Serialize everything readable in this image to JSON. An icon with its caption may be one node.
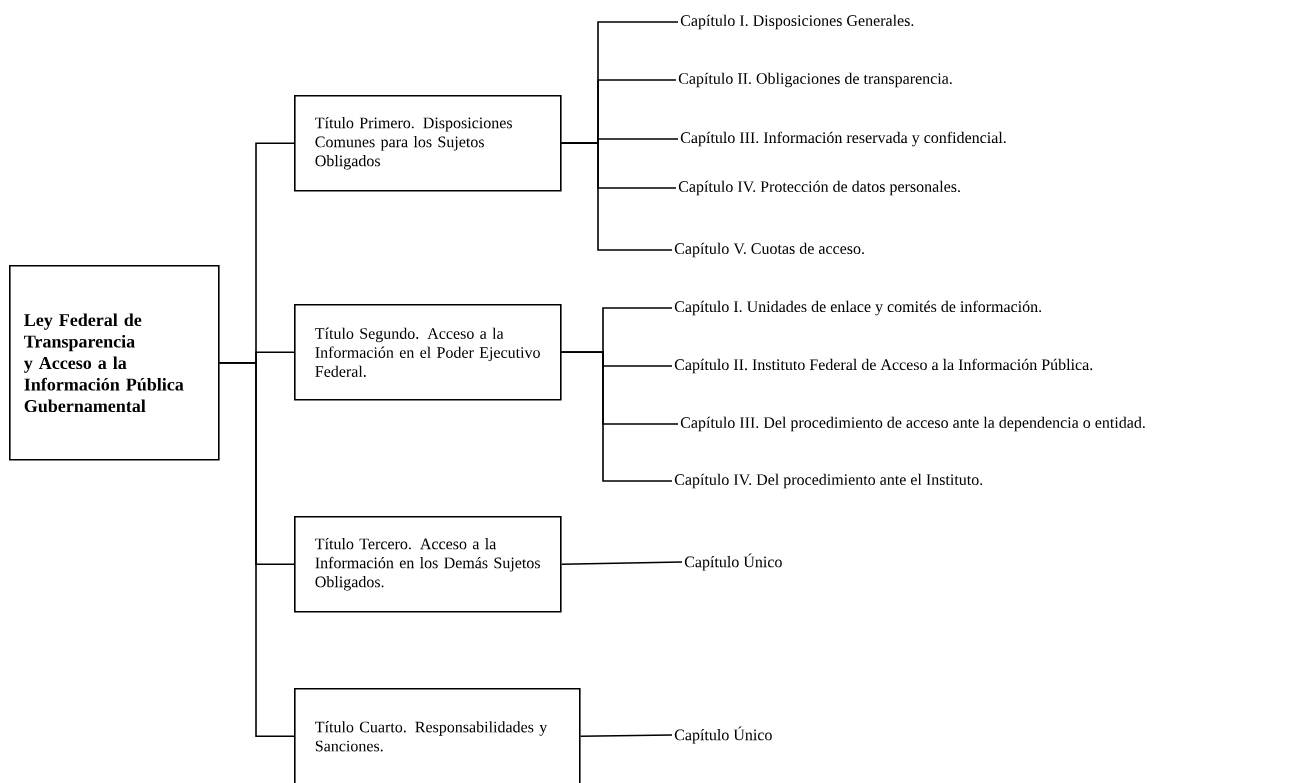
{
  "diagram": {
    "nodes": [
      {
        "text": [
          "Ley Federal de Transparencia y Acceso a la Información Pública Gubernamental"
        ]
      },
      {
        "text": [
          "Título Primero. Disposiciones Comunes para los Sujetos Obligados"
        ]
      },
      {
        "text": [
          "Capítulo I. Disposiciones Generales."
        ]
      },
      {
        "text": [
          "Capítulo II. Obligaciones de transparencia."
        ]
      },
      {
        "text": [
          "Capítulo III. Información reservada y  confidencial."
        ]
      },
      {
        "text": [
          "Capítulo IV. Protección de datos personales."
        ]
      },
      {
        "text": [
          "Capítulo V. Cuotas de acceso."
        ]
      },
      {
        "text": [
          "Título Segundo. Acceso a la Información en el Poder Ejecutivo Federal."
        ]
      },
      {
        "text": [
          "Capítulo I. Unidades de enlace y comités de información."
        ]
      },
      {
        "text": [
          "Capítulo II. Instituto Federal de Acceso a la Información Pública."
        ]
      },
      {
        "text": [
          "Capítulo III. Del procedimiento de acceso ante la dependencia o entidad."
        ]
      },
      {
        "text": [
          "Capítulo IV. Del procedimiento ante el Instituto."
        ]
      },
      {
        "text": [
          "Título Tercero. Acceso a la Información en los Demás Sujetos Obligados."
        ]
      },
      {
        "text": [
          "Capítulo Único"
        ]
      },
      {
        "text": [
          "Título Cuarto. Responsabilidades y Sanciones."
        ]
      },
      {
        "text": [
          "Capítulo Único"
        ]
      }
    ],
    "edges": [
      {
        "from": 0,
        "to": 1,
        "arrow": "none"
      },
      {
        "from": 0,
        "to": 7,
        "arrow": "none"
      },
      {
        "from": 0,
        "to": 12,
        "arrow": "none"
      },
      {
        "from": 0,
        "to": 14,
        "arrow": "none"
      },
      {
        "from": 1,
        "to": 2,
        "arrow": "none"
      },
      {
        "from": 1,
        "to": 3,
        "arrow": "none"
      },
      {
        "from": 1,
        "to": 4,
        "arrow": "none"
      },
      {
        "from": 1,
        "to": 5,
        "arrow": "none"
      },
      {
        "from": 1,
        "to": 6,
        "arrow": "none"
      },
      {
        "from": 7,
        "to": 8,
        "arrow": "none"
      },
      {
        "from": 7,
        "to": 9,
        "arrow": "none"
      },
      {
        "from": 7,
        "to": 10,
        "arrow": "none"
      },
      {
        "from": 7,
        "to": 11,
        "arrow": "none"
      },
      {
        "from": 12,
        "to": 13,
        "arrow": "none"
      },
      {
        "from": 14,
        "to": 15,
        "arrow": "none"
      }
    ]
  }
}
